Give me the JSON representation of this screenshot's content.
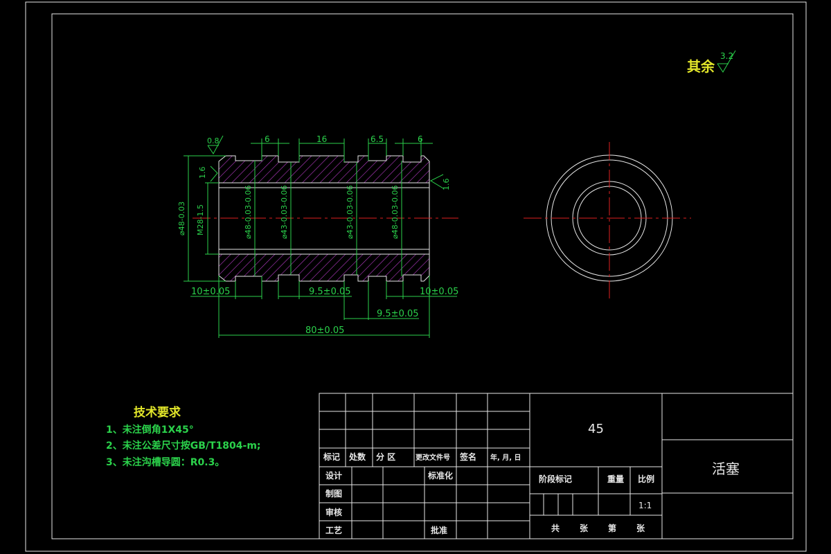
{
  "surface_finish": {
    "label": "其余",
    "value": "3.2"
  },
  "roughness_marks": [
    "0.8",
    "1.6",
    "1.6"
  ],
  "dimensions": {
    "top_widths": [
      "6",
      "16",
      "6.5",
      "6"
    ],
    "vertical": [
      "⌀48-0.03",
      "M28-1.5",
      "⌀48-0.03-0.06",
      "⌀43-0.03-0.06",
      "⌀43-0.03-0.06",
      "⌀48-0.03-0.06"
    ],
    "bottom_left": "10±0.05",
    "bottom_mid": "9.5±0.05",
    "bottom_right": "10±0.05",
    "bottom_lower": "9.5±0.05",
    "overall": "80±0.05"
  },
  "tech_requirements": {
    "title": "技术要求",
    "items": [
      "1、未注倒角1X45°",
      "2、未注公差尺寸按GB/T1804-m;",
      "3、未注沟槽导圆：R0.3。"
    ]
  },
  "title_block": {
    "material": "45",
    "part_name": "活塞",
    "header_row": [
      "标记",
      "处数",
      "分 区",
      "更改文件号",
      "签名",
      "年, 月, 日"
    ],
    "roles": [
      "设计",
      "制图",
      "审核",
      "工艺"
    ],
    "standardization": "标准化",
    "approve": "批准",
    "stage_mark": "阶段标记",
    "weight": "重量",
    "scale_label": "比例",
    "scale_value": "1:1",
    "sheet_info": [
      "共",
      "张",
      "第",
      "张"
    ]
  }
}
